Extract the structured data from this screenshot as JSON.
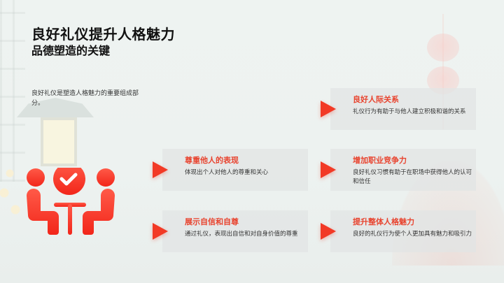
{
  "slide": {
    "title": "良好礼仪提升人格魅力",
    "subtitle": "品德塑造的关键",
    "intro": "良好礼仪是塑造人格魅力的重要组成部分。"
  },
  "colors": {
    "accent": "#f23a26",
    "card_title": "#e8432e",
    "card_bg": "#e2e4e4",
    "text": "#333333",
    "title": "#111111"
  },
  "hero_icon": "meeting-table-check-icon",
  "cards": [
    {
      "title": "良好人际关系",
      "desc": "礼仪行为有助于与他人建立积极和谐的关系",
      "icon": "play-arrow-icon"
    },
    {
      "title": "尊重他人的表现",
      "desc": "体现出个人对他人的尊重和关心",
      "icon": "play-arrow-icon"
    },
    {
      "title": "增加职业竞争力",
      "desc": "良好礼仪习惯有助于在职场中获得他人的认可和信任",
      "icon": "play-arrow-icon"
    },
    {
      "title": "展示自信和自尊",
      "desc": "通过礼仪，表现出自信和对自身价值的尊重",
      "icon": "play-arrow-icon"
    },
    {
      "title": "提升整体人格魅力",
      "desc": "良好的礼仪行为使个人更加具有魅力和吸引力",
      "icon": "play-arrow-icon"
    }
  ]
}
